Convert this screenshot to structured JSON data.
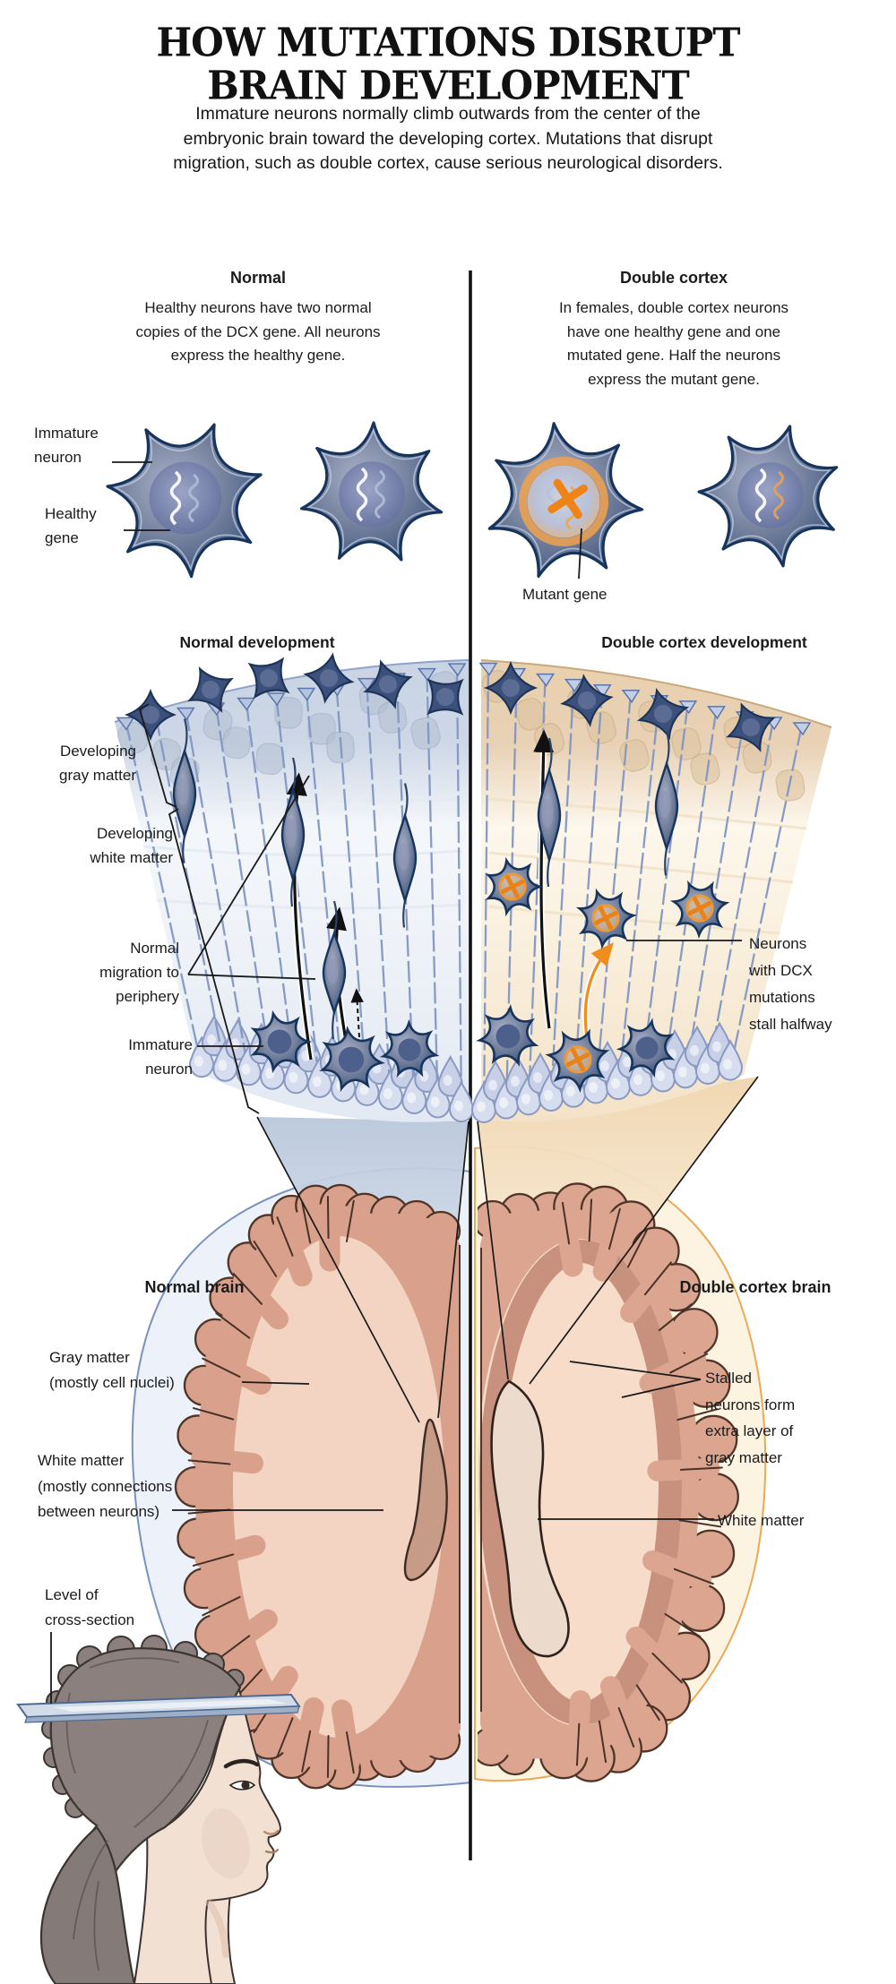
{
  "title": {
    "line1": "HOW MUTATIONS DISRUPT",
    "line2": "BRAIN DEVELOPMENT"
  },
  "intro": {
    "lines": [
      "Immature neurons normally climb outwards from the center of the",
      "embryonic brain toward the developing cortex. Mutations that disrupt",
      "migration, such as double cortex, cause serious neurological disorders."
    ]
  },
  "columns": {
    "normal": {
      "heading": "Normal",
      "body_lines": [
        "Healthy neurons have two normal",
        "copies of the DCX gene. All neurons",
        "express the healthy gene."
      ]
    },
    "double_cortex": {
      "heading": "Double cortex",
      "body_lines": [
        "In females, double cortex neurons",
        "have one healthy gene and one",
        "mutated gene. Half the neurons",
        "express the mutant gene."
      ]
    }
  },
  "cell_labels": {
    "immature_neuron": [
      "Immature",
      "neuron"
    ],
    "healthy_gene": [
      "Healthy",
      "gene"
    ],
    "mutant_gene": "Mutant gene"
  },
  "development": {
    "normal_heading": "Normal development",
    "double_heading": "Double cortex development",
    "labels": {
      "developing_gray": [
        "Developing",
        "gray matter"
      ],
      "developing_white": [
        "Developing",
        "white matter"
      ],
      "normal_migration": [
        "Normal",
        "migration to",
        "periphery"
      ],
      "immature_neuron": [
        "Immature",
        "neuron"
      ],
      "stalled": [
        "Neurons",
        "with DCX",
        "mutations",
        "stall halfway"
      ]
    }
  },
  "brain": {
    "normal_heading": "Normal brain",
    "double_heading": "Double cortex brain",
    "labels": {
      "gray_matter": [
        "Gray matter",
        "(mostly cell nuclei)"
      ],
      "white_matter": [
        "White matter",
        "(mostly connections",
        "between neurons)"
      ],
      "stalled_layer": [
        "Stalled",
        "neurons form",
        "extra layer of",
        "gray matter"
      ],
      "white_matter_right": "White matter",
      "cross_section": [
        "Level of",
        "cross-section"
      ]
    }
  },
  "colors": {
    "accent_orange": "#ef8d1d",
    "neuron_navy": "#2e4569",
    "panel_blue": "#cdd7e6",
    "panel_peach": "#ecd3b4",
    "halo_blue_stroke": "#7b92bd",
    "halo_peach_stroke": "#eaa955",
    "cortex_tan": "#d9a18b",
    "divider_black": "#111111"
  }
}
